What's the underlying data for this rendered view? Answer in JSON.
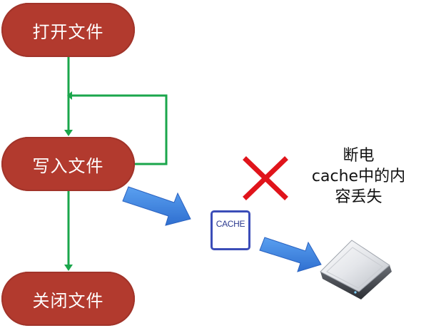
{
  "flow": {
    "open_file": "打开文件",
    "write_file": "写入文件",
    "close_file": "关闭文件"
  },
  "cache": {
    "label": "CACHE"
  },
  "note": {
    "line1": "断电",
    "line2": "cache中的内",
    "line3": "容丢失"
  },
  "colors": {
    "pill": "#b23a2e",
    "connector": "#1aa64b",
    "block_arrow": "#3d85e0",
    "cross": "#e0141b",
    "cache_border": "#3b4db8"
  },
  "icons": {
    "cross": "red-x-icon",
    "drive": "external-hard-drive-icon"
  }
}
